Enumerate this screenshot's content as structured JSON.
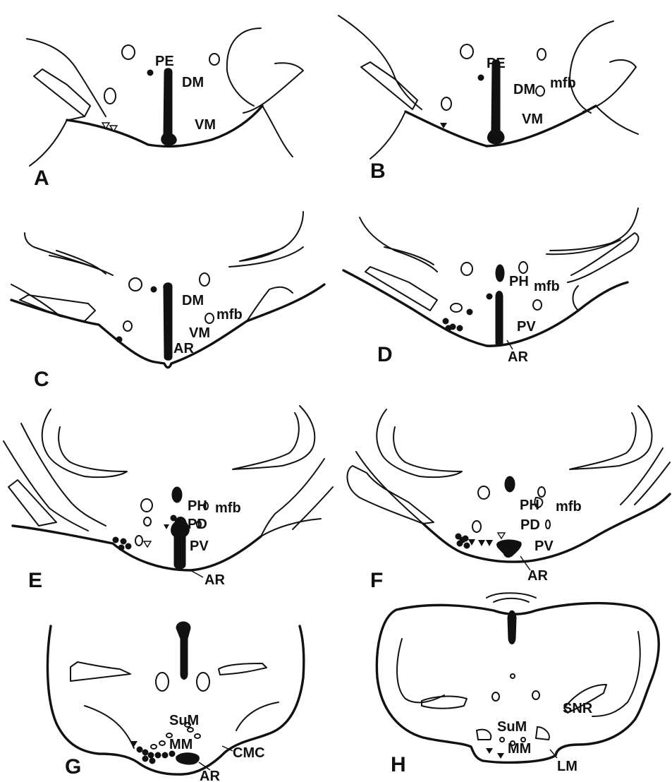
{
  "figure": {
    "panels": [
      {
        "letter": "A",
        "labels": {
          "pe": "PE",
          "dm": "DM",
          "vm": "VM"
        }
      },
      {
        "letter": "B",
        "labels": {
          "pe": "PE",
          "dm": "DM",
          "mfb": "mfb",
          "vm": "VM"
        }
      },
      {
        "letter": "C",
        "labels": {
          "dm": "DM",
          "mfb": "mfb",
          "vm": "VM",
          "ar": "AR"
        }
      },
      {
        "letter": "D",
        "labels": {
          "ph": "PH",
          "mfb": "mfb",
          "pv": "PV",
          "ar": "AR"
        }
      },
      {
        "letter": "E",
        "labels": {
          "ph": "PH",
          "mfb": "mfb",
          "pd": "PD",
          "pv": "PV",
          "ar": "AR"
        }
      },
      {
        "letter": "F",
        "labels": {
          "ph": "PH",
          "mfb": "mfb",
          "pd": "PD",
          "pv": "PV",
          "ar": "AR"
        }
      },
      {
        "letter": "G",
        "labels": {
          "sum": "SuM",
          "mm": "MM",
          "cmc": "CMC",
          "ar": "AR"
        }
      },
      {
        "letter": "H",
        "labels": {
          "sum": "SuM",
          "snr": "SNR",
          "mm": "MM",
          "lm": "LM"
        }
      }
    ],
    "marker_symbols": [
      "filled-circle",
      "open-triangle",
      "filled-triangle"
    ]
  }
}
